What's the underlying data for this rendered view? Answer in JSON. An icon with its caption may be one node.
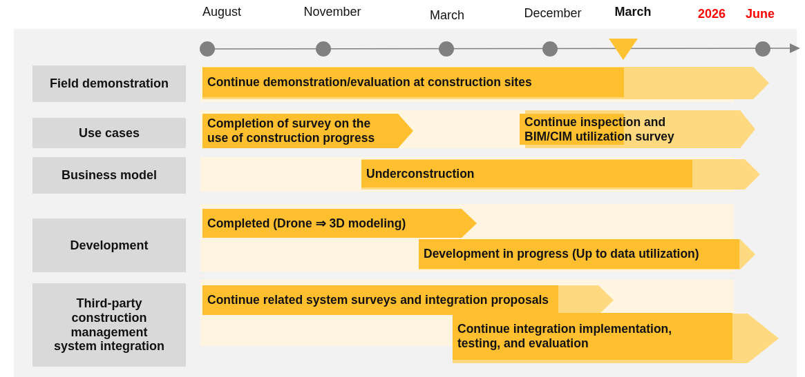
{
  "diagram": {
    "nodes": [
      {
        "text": [
          "Field demonstration"
        ]
      },
      {
        "text": [
          "Continue demonstration/evaluation at construction sites"
        ]
      },
      {
        "text": [
          "Use cases"
        ]
      },
      {
        "text": [
          "Completion of survey on the use of construction progress"
        ]
      },
      {
        "text": [
          "Continue inspection and BIM/CIM utilization survey"
        ]
      },
      {
        "text": [
          "Business model"
        ]
      },
      {
        "text": [
          "Underconstruction"
        ]
      },
      {
        "text": [
          "Development"
        ]
      },
      {
        "text": [
          "Completed (Drone ⇒ 3D modeling)"
        ]
      },
      {
        "text": [
          "Development in progress (Up to data utilization)"
        ]
      },
      {
        "text": [
          "Third-party construction management system integration"
        ]
      },
      {
        "text": [
          "Continue related system surveys and integration proposals"
        ]
      },
      {
        "text": [
          "Continue integration implementation, testing, and evaluation"
        ]
      }
    ],
    "labels": [
      "August",
      "November",
      "March",
      "December",
      "March",
      "2026",
      "June"
    ]
  }
}
